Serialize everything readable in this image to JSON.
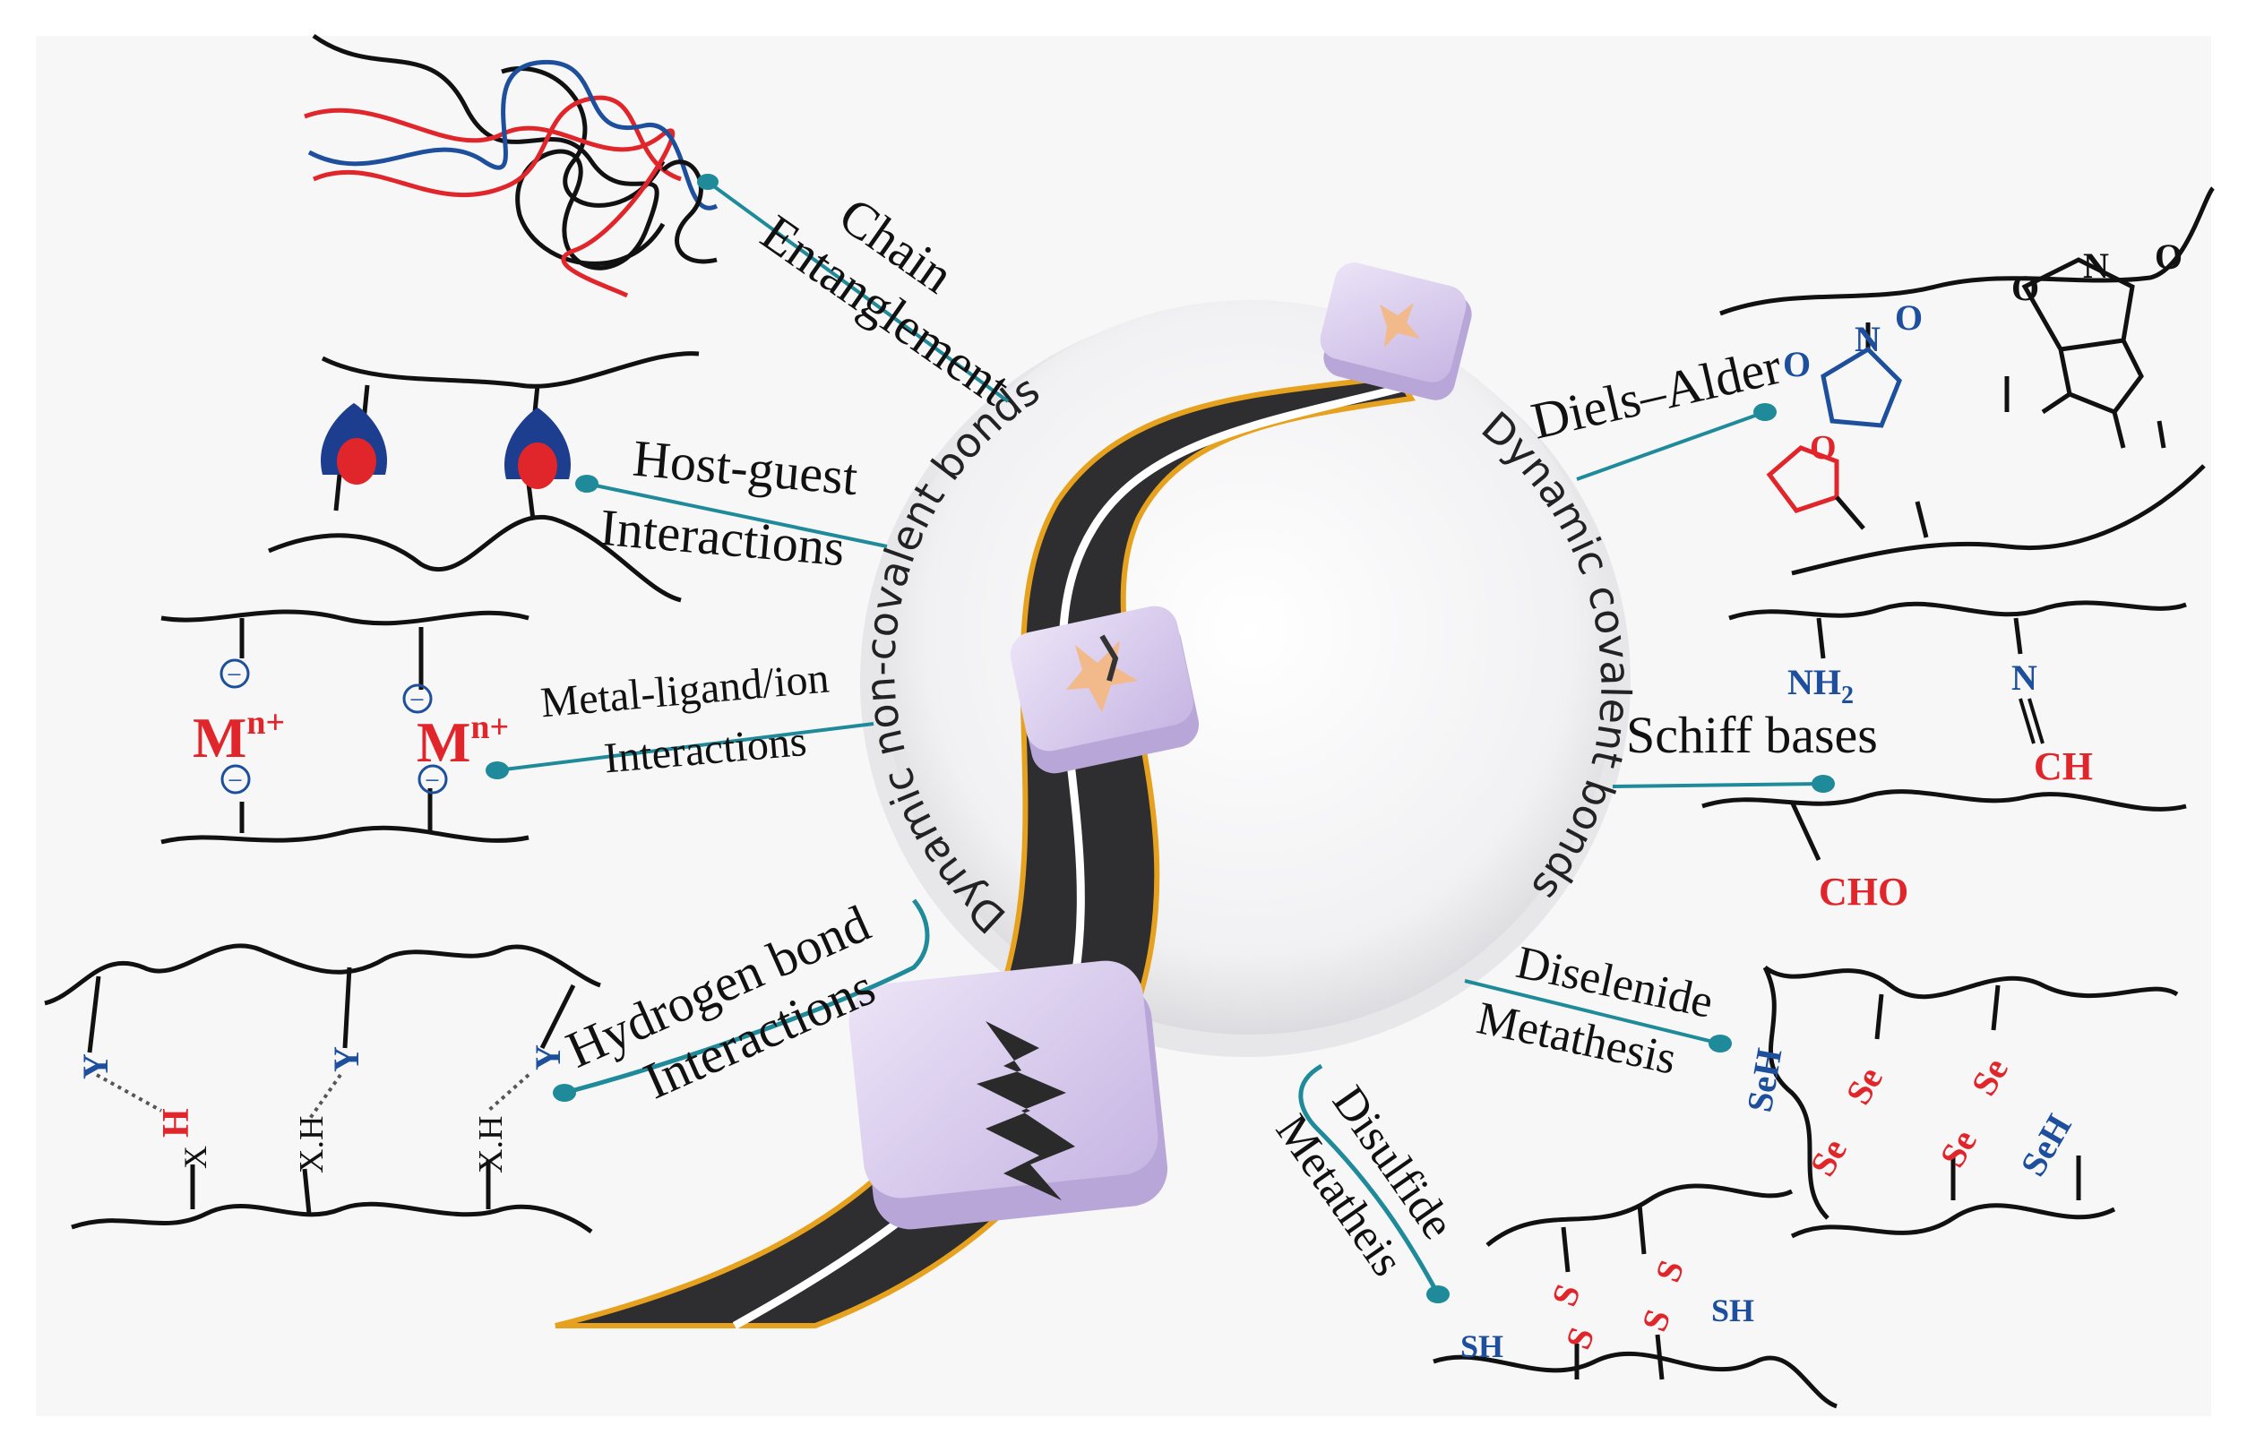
{
  "center": {
    "arc_left": "Dynamic non-covalent bonds",
    "arc_right": "Dynamic covalent bonds"
  },
  "labels": {
    "chain": [
      "Chain",
      "Entanglement"
    ],
    "host_guest": [
      "Host-guest",
      "Interactions"
    ],
    "metal": [
      "Metal-ligand/ion",
      "Interactions"
    ],
    "hbond": [
      "Hydrogen bond",
      "Interactions"
    ],
    "diels_alder": "Diels–Alder",
    "schiff": "Schiff bases",
    "diselenide": [
      "Diselenide",
      "Metathesis"
    ],
    "disulfide": [
      "Disulfide",
      "Metatheis"
    ]
  },
  "chem": {
    "metal_ion": "M",
    "metal_charge": "n+",
    "anion": "−",
    "y": "Y",
    "h": "H",
    "x": "X",
    "xh": "X.H",
    "o": "O",
    "n": "N",
    "nh": "NH",
    "sub2": "2",
    "ch": "CH",
    "cho": "CHO",
    "seh": "SeH",
    "se": "Se",
    "s": "S",
    "sh": "SH"
  },
  "colors": {
    "connector": "#1f8a99",
    "red": "#e0262b",
    "blue": "#1d4f9c",
    "road": "#333333",
    "road_edge": "#e6a21e",
    "tile": "#d9cdee"
  }
}
